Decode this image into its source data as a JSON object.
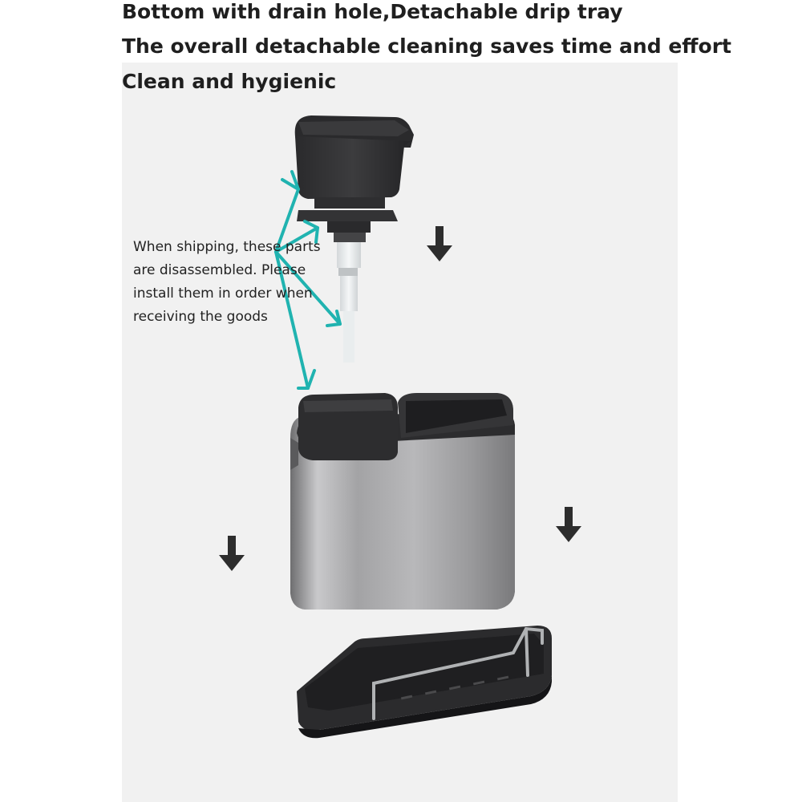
{
  "headline": {
    "line1": "Bottom with drain hole,Detachable drip tray",
    "line2": "The overall detachable cleaning saves time and effort",
    "line3": "Clean and hygienic"
  },
  "note": {
    "line1": "When shipping, these parts",
    "line2": "are disassembled. Please",
    "line3": "install them in order when",
    "line4": "receiving the goods"
  },
  "colors": {
    "teal_arrow": "#20b3b0",
    "black_part": "#2b2b2d",
    "steel": "#9a9a9c"
  },
  "icons": [
    "teal-arrow-icon",
    "down-arrow-icon"
  ]
}
